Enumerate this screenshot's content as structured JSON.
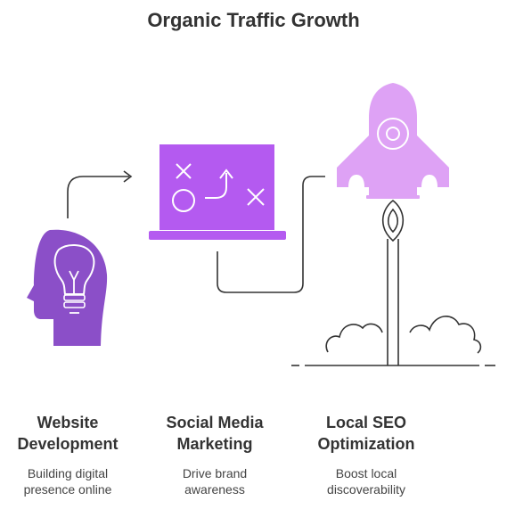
{
  "title": "Organic Traffic Growth",
  "colors": {
    "purple_dark": "#8b4fc8",
    "purple_mid": "#b45af0",
    "purple_light": "#dea2f5",
    "line": "#333333"
  },
  "steps": [
    {
      "icon": "lightbulb-head-icon",
      "title": "Website\nDevelopment",
      "description": "Building digital\npresence online"
    },
    {
      "icon": "strategy-board-icon",
      "title": "Social Media\nMarketing",
      "description": "Drive brand\nawareness"
    },
    {
      "icon": "rocket-icon",
      "title": "Local SEO\nOptimization",
      "description": "Boost local\ndiscoverability"
    }
  ]
}
